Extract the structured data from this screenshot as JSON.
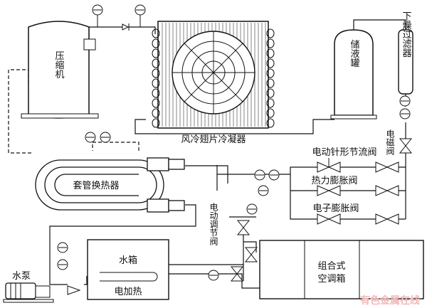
{
  "labels": {
    "compressor": "压缩机",
    "condenser": "风冷翅片冷凝器",
    "receiver": "储液罐",
    "filter_drier": "下燥过滤器",
    "solenoid_valve": "电磁阀",
    "electric_needle_valve": "电动针形节流阀",
    "thermal_expansion_valve": "热力膨胀阀",
    "electronic_expansion_valve": "电子膨胀阀",
    "tube_heat_exchanger": "套管换热器",
    "electric_regulating_valve": "电动调节阀",
    "water_tank": "水箱",
    "electric_heater": "电加热",
    "water_pump": "水泵",
    "ahu": [
      "组合式",
      "空调箱"
    ]
  },
  "watermark": "有色金属在线",
  "colors": {
    "line": "#111111",
    "watermark": "#f2b8b8",
    "background": "#ffffff"
  }
}
